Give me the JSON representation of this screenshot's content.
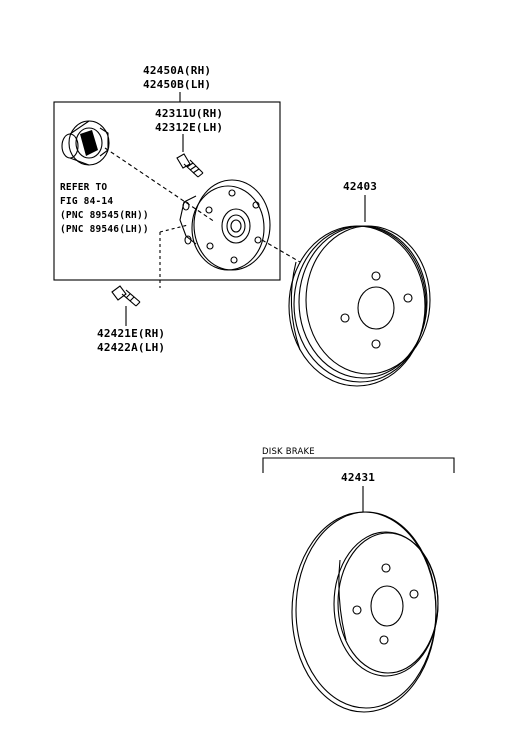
{
  "labels": {
    "hub_assy_rh": "42450A(RH)",
    "hub_assy_lh": "42450B(LH)",
    "hub_bolt_rh": "42311U(RH)",
    "hub_bolt_lh": "42312E(LH)",
    "refer_line1": "REFER TO",
    "refer_line2": "FIG 84-14",
    "refer_line3": "(PNC 89545(RH))",
    "refer_line4": "(PNC 89546(LH))",
    "bolt_rh": "42421E(RH)",
    "bolt_lh": "42422A(LH)",
    "drum": "42403",
    "disk_brake_title": "DISK BRAKE",
    "disc": "42431"
  },
  "colors": {
    "line": "#000000",
    "background": "#ffffff"
  }
}
